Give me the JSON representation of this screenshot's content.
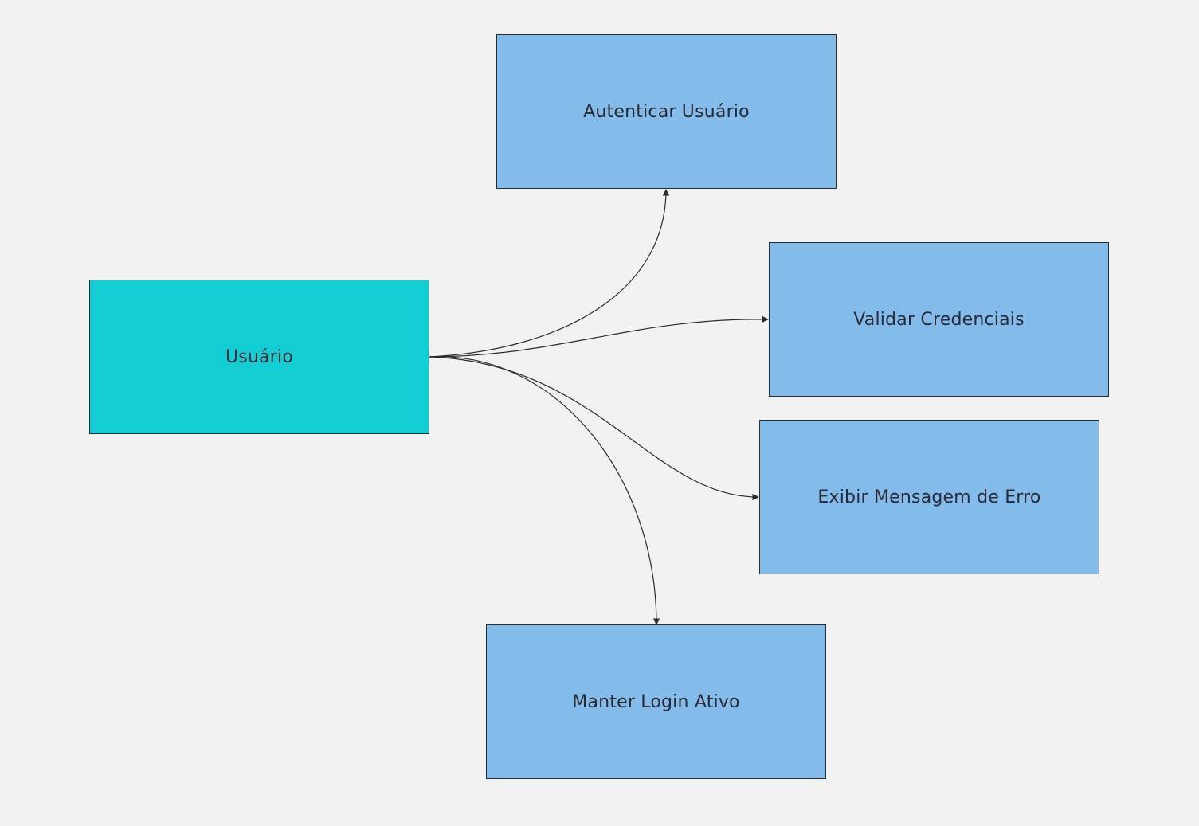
{
  "colors": {
    "background": "#f2f2f2",
    "actor_fill": "#12ced4",
    "use_case_fill": "#83bbea",
    "stroke": "#2b2b2b"
  },
  "nodes": {
    "actor": {
      "label": "Usuário"
    },
    "autenticar": {
      "label": "Autenticar Usuário"
    },
    "validar": {
      "label": "Validar Credenciais"
    },
    "exibir": {
      "label": "Exibir Mensagem de Erro"
    },
    "manter": {
      "label": "Manter Login Ativo"
    }
  },
  "edges": [
    {
      "from": "actor",
      "to": "autenticar"
    },
    {
      "from": "actor",
      "to": "validar"
    },
    {
      "from": "actor",
      "to": "exibir"
    },
    {
      "from": "actor",
      "to": "manter"
    }
  ]
}
